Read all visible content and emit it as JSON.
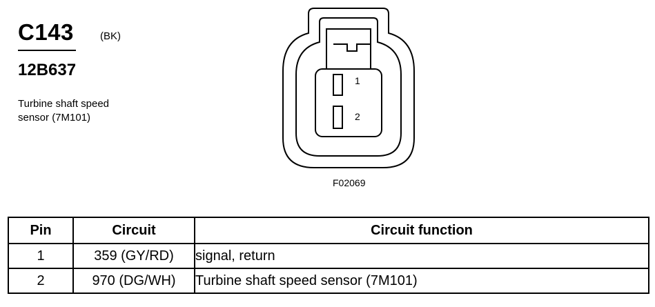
{
  "connector": {
    "id": "C143",
    "color_code": "(BK)",
    "part_number": "12B637",
    "description_lines": [
      "Turbine shaft speed",
      "sensor (7M101)"
    ]
  },
  "diagram": {
    "pin_labels": [
      "1",
      "2"
    ],
    "figure_code": "F02069"
  },
  "table": {
    "headers": [
      "Pin",
      "Circuit",
      "Circuit function"
    ],
    "rows": [
      {
        "pin": "1",
        "circuit": "359 (GY/RD)",
        "function": "signal, return"
      },
      {
        "pin": "2",
        "circuit": "970 (DG/WH)",
        "function": "Turbine shaft speed sensor (7M101)"
      }
    ]
  }
}
